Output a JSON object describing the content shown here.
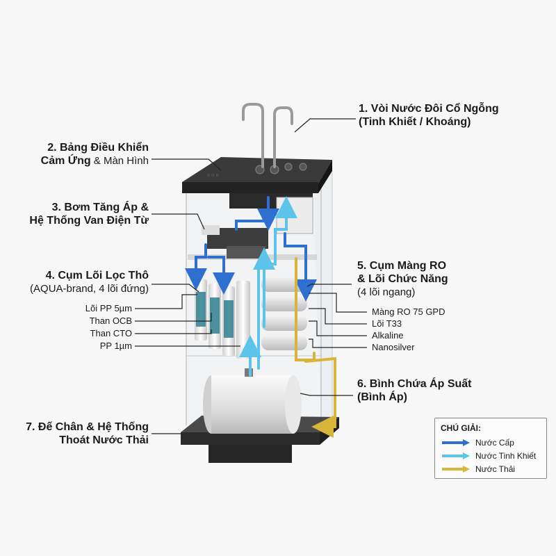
{
  "labels": {
    "faucet": {
      "line1": "1. Vòi Nước Đôi Cổ Ngỗng",
      "line2": "(Tinh Khiết / Khoáng)"
    },
    "panel": {
      "line1": "2. Bảng Điều Khiển",
      "line2_bold": "Cảm Ứng",
      "line2_rest": " & Màn Hình"
    },
    "pump": {
      "line1": "3. Bơm Tăng Áp &",
      "line2": "Hệ Thống Van Điện Từ"
    },
    "prefilter": {
      "line1": "4. Cụm Lõi Lọc Thô",
      "line2": "(AQUA-brand, 4 lõi đứng)",
      "items": [
        "Lõi PP 5µm",
        "Than OCB",
        "Than CTO",
        "PP 1µm"
      ]
    },
    "ro": {
      "line1": "5. Cụm Màng RO",
      "line2": "& Lõi Chức Năng",
      "line3": "(4 lõi ngang)",
      "items": [
        "Màng RO 75 GPD",
        "Lõi T33",
        "Alkaline",
        "Nanosilver"
      ]
    },
    "tank": {
      "line1": "6. Bình Chứa Áp Suất",
      "line2": "(Bình Áp)"
    },
    "base": {
      "line1": "7. Đế Chân & Hệ Thống",
      "line2": "Thoát Nước Thải"
    }
  },
  "legend": {
    "title": "CHÚ GIẢI:",
    "items": [
      {
        "label": "Nước Cấp",
        "color": "#2f6fd0"
      },
      {
        "label": "Nước Tinh Khiết",
        "color": "#5cc3ea"
      },
      {
        "label": "Nước Thải",
        "color": "#d9b43a"
      }
    ]
  },
  "colors": {
    "feed": "#2f6fd0",
    "pure": "#5cc3ea",
    "waste": "#d9b43a"
  }
}
